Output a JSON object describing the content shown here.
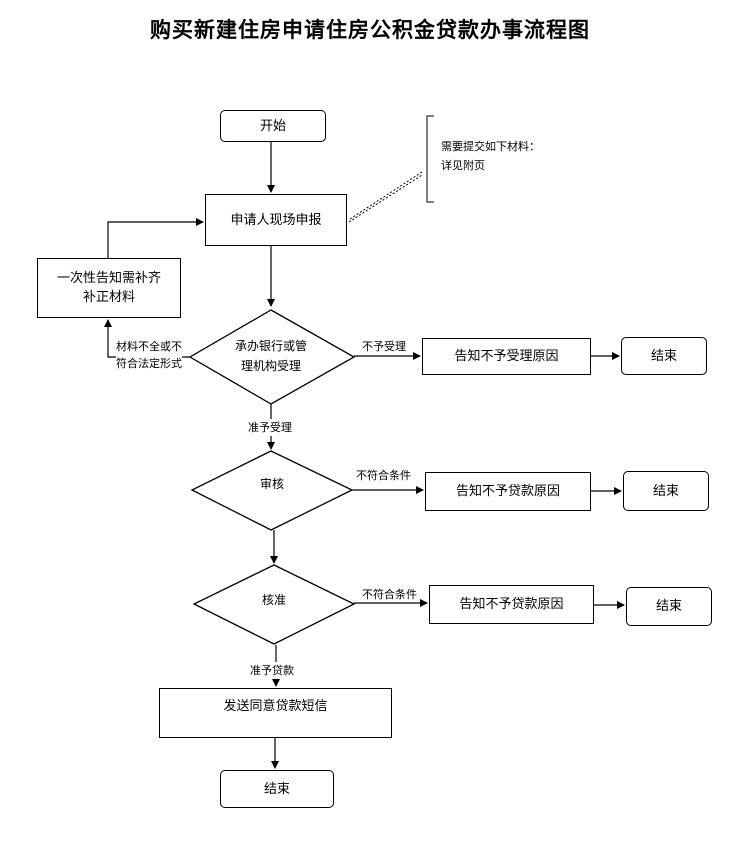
{
  "title": "购买新建住房申请住房公积金贷款办事流程图",
  "nodes": {
    "start": "开始",
    "apply": "申请人现场申报",
    "supplement": "一次性告知需补齐\n补正材料",
    "accept": "承办银行或管\n理机构受理",
    "reject_accept": "告知不予受理原因",
    "end1": "结束",
    "review": "审核",
    "reject_review": "告知不予贷款原因",
    "end2": "结束",
    "approve": "核准",
    "reject_approve": "告知不予贷款原因",
    "end3": "结束",
    "sms": "发送同意贷款短信",
    "end4": "结束"
  },
  "edges": {
    "incomplete": "材料不全或不\n符合法定形式",
    "not_accepted": "不予受理",
    "accepted": "准予受理",
    "not_qualified_1": "不符合条件",
    "not_qualified_2": "不符合条件",
    "loan_granted": "准予贷款"
  },
  "note": {
    "line1": "需要提交如下材料：",
    "line2": "详见附页"
  }
}
